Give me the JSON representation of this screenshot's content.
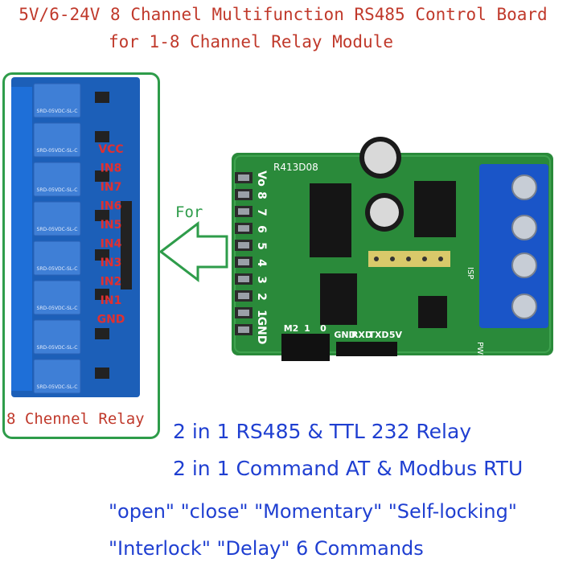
{
  "title": {
    "line1": "5V/6-24V 8 Channel Multifunction RS485 Control Board",
    "line2": "for 1-8 Channel Relay Module"
  },
  "relay_module": {
    "caption": "8 Chennel Relay",
    "pin_labels": [
      "VCC",
      "IN8",
      "IN7",
      "IN6",
      "IN5",
      "IN4",
      "IN3",
      "IN2",
      "IN1",
      "GND"
    ],
    "relay_text": "SRD-05VDC-SL-C"
  },
  "for_label": "For",
  "board": {
    "model": "R413D08",
    "left_pins": [
      "Vo",
      "8",
      "7",
      "6",
      "5",
      "4",
      "3",
      "2",
      "1",
      "GND"
    ],
    "mode_header": [
      "M2",
      "1",
      "0"
    ],
    "uart_header": [
      "GND",
      "RXD",
      "TXD",
      "5V"
    ],
    "isp_label": "ISP",
    "pwr_label": "PWR"
  },
  "features": [
    "2 in 1 RS485 & TTL 232 Relay",
    "2 in 1 Command AT & Modbus RTU",
    "\"open\" \"close\"  \"Momentary\" \"Self-locking\"",
    "\"Interlock\" \"Delay\" 6 Commands"
  ],
  "colors": {
    "title": "#c0392b",
    "frame": "#2e9c4a",
    "features": "#1f3fd1",
    "pcb_blue": "#1c5fb8",
    "pcb_green": "#2a8a3a",
    "relay_blue": "#3f7fd6",
    "terminal_blue": "#1a55c8"
  }
}
